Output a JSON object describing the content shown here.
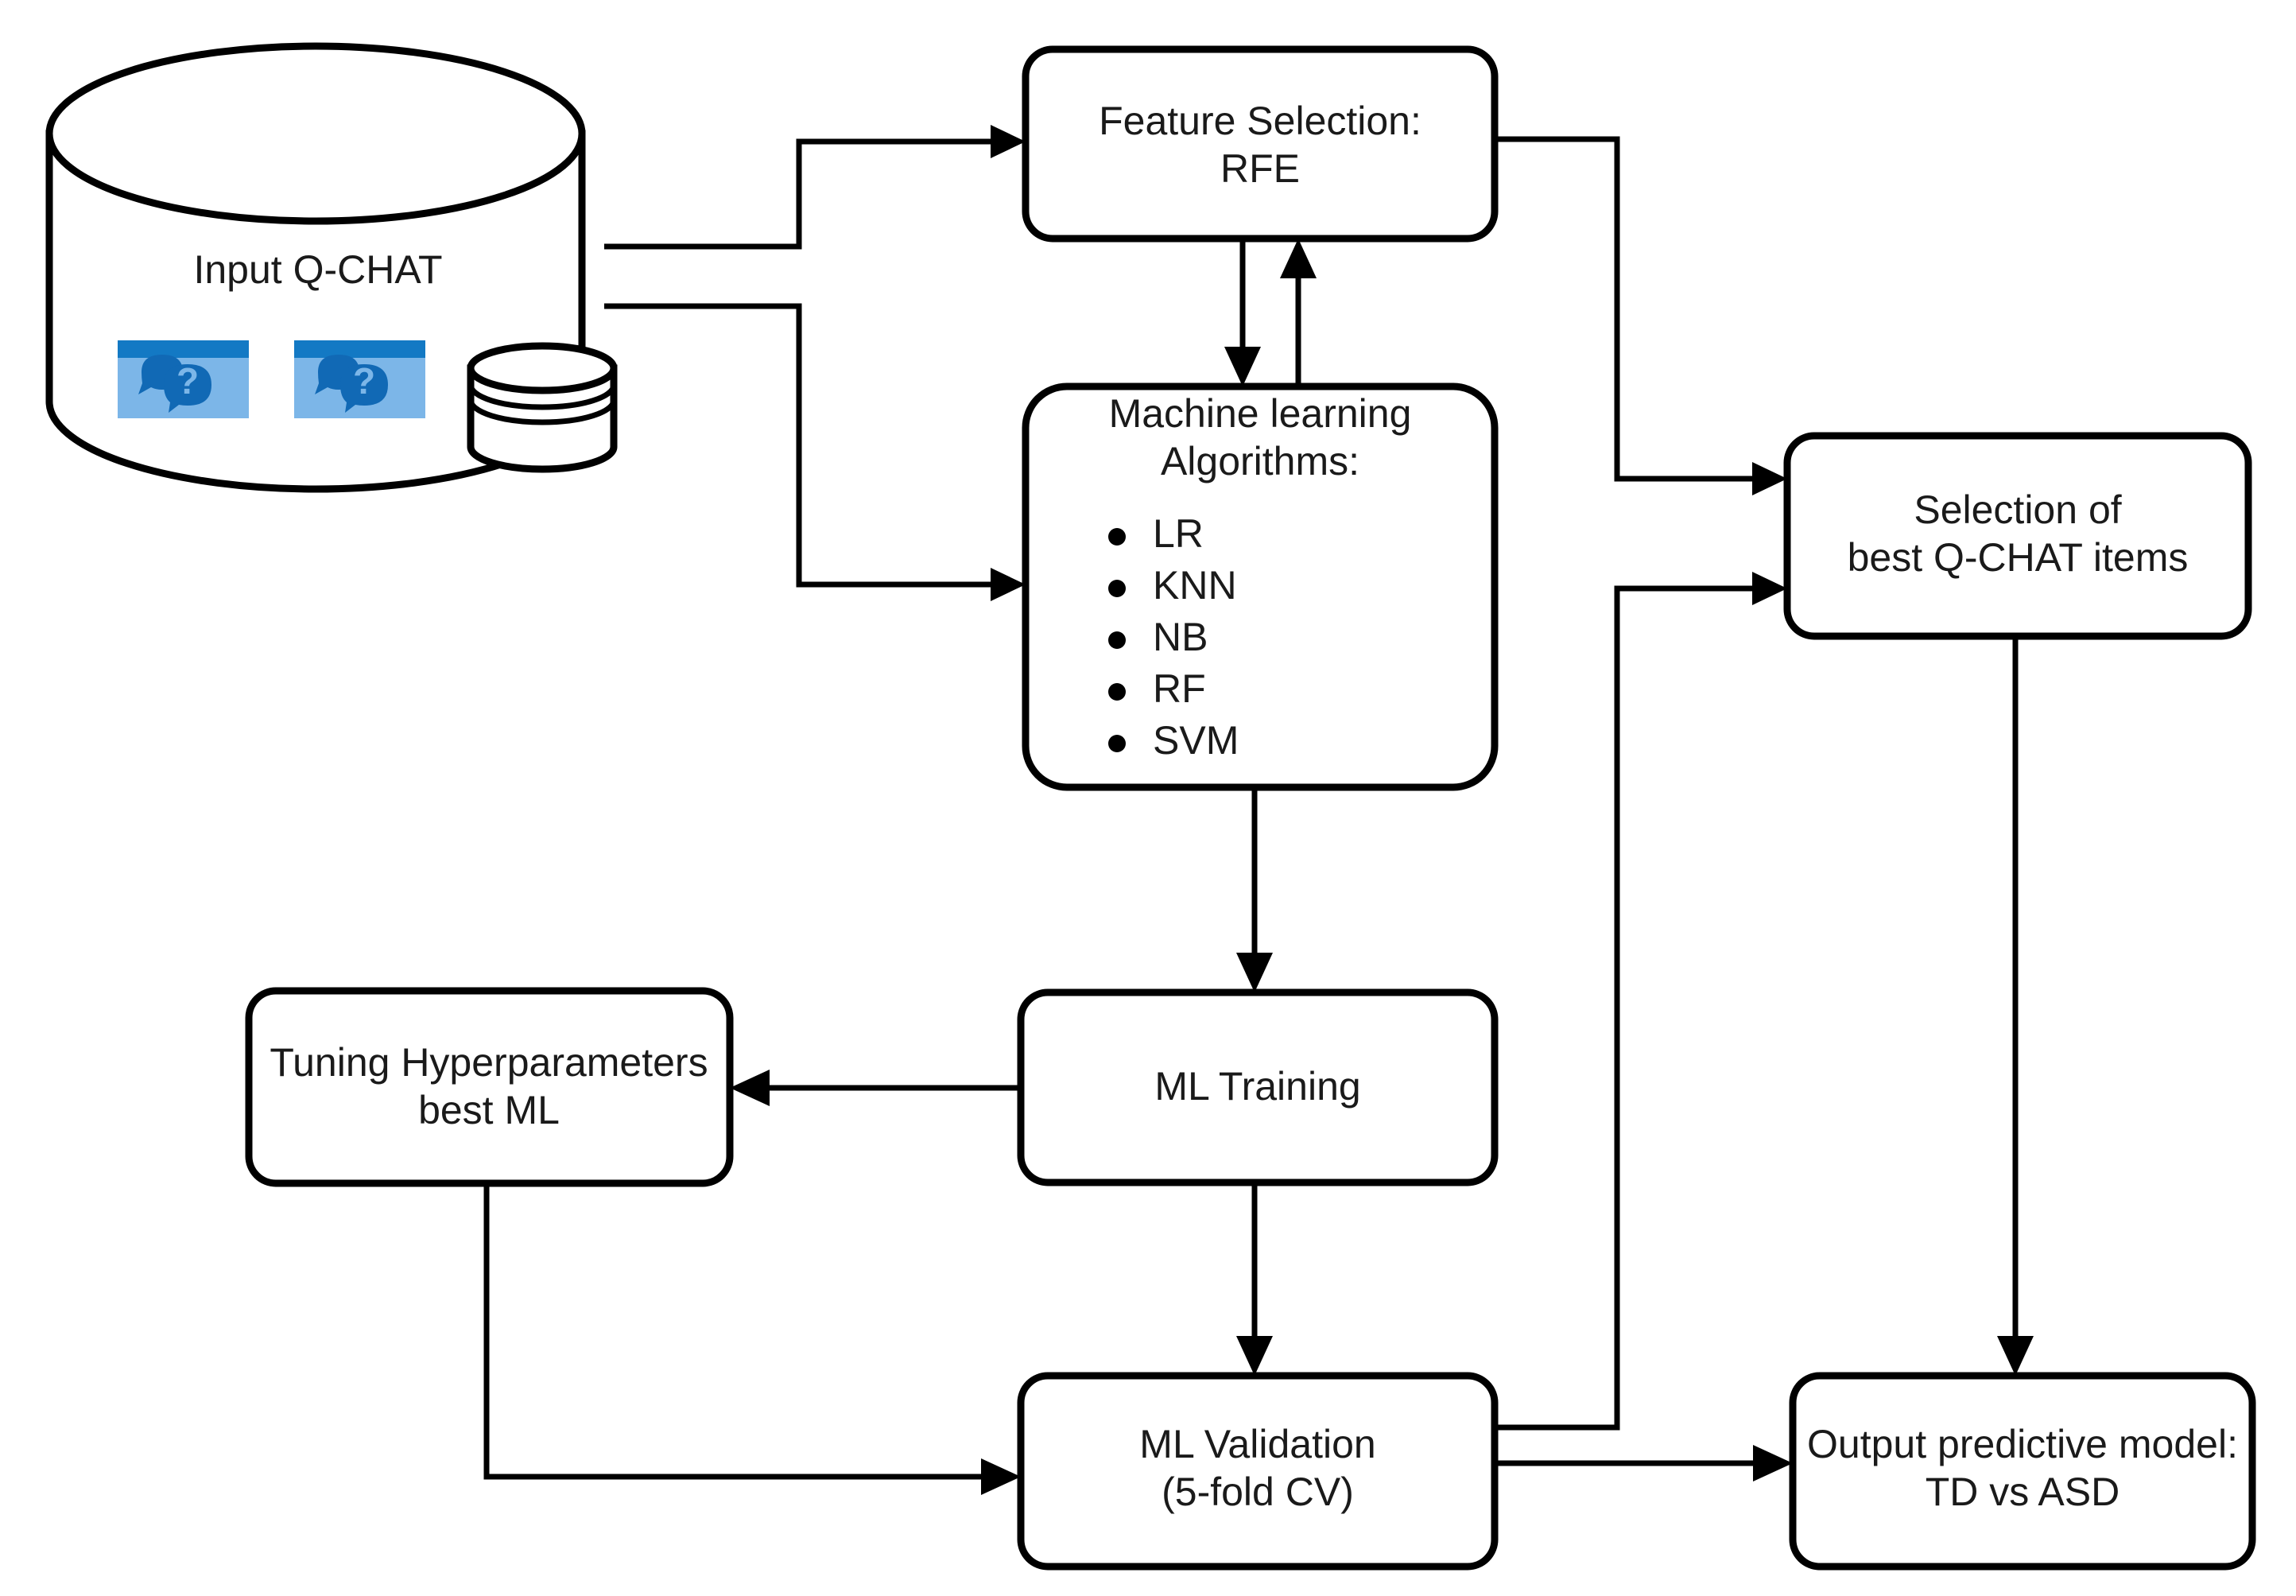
{
  "diagram": {
    "title": "ML pipeline for Q-CHAT based ASD screening",
    "colors": {
      "stroke": "#000000",
      "background": "#ffffff",
      "text": "#1a1a1a",
      "icon_light_blue": "#7cb6e8",
      "icon_dark_blue": "#1379c4",
      "icon_bubble_blue": "#1169b5"
    },
    "nodes": {
      "datastore": {
        "label": "Input Q-CHAT",
        "shape": "cylinder",
        "icons": [
          {
            "name": "qchat-questionnaire-icon-1",
            "glyph": "?"
          },
          {
            "name": "qchat-questionnaire-icon-2",
            "glyph": "?"
          }
        ]
      },
      "feature_selection": {
        "line1": "Feature Selection:",
        "line2": "RFE"
      },
      "ml_algorithms": {
        "line1": "Machine learning",
        "line2": "Algorithms:",
        "items": [
          "LR",
          "KNN",
          "NB",
          "RF",
          "SVM"
        ]
      },
      "selection_best_items": {
        "line1": "Selection of",
        "line2": "best Q-CHAT items"
      },
      "ml_training": {
        "line1": "ML Training"
      },
      "tuning": {
        "line1": "Tuning Hyperparameters",
        "line2": "best ML"
      },
      "ml_validation": {
        "line1": "ML Validation",
        "line2": "(5-fold CV)"
      },
      "output_model": {
        "line1": "Output predictive model:",
        "line2": "TD vs ASD"
      }
    },
    "edges": [
      {
        "name": "datastore-to-feature-selection",
        "from": "Input Q-CHAT",
        "to": "Feature Selection: RFE"
      },
      {
        "name": "datastore-to-ml-algorithms",
        "from": "Input Q-CHAT",
        "to": "Machine learning Algorithms:"
      },
      {
        "name": "feature-selection-to-ml-algorithms",
        "from": "Feature Selection: RFE",
        "to": "Machine learning Algorithms:"
      },
      {
        "name": "ml-algorithms-to-feature-selection",
        "from": "Machine learning Algorithms:",
        "to": "Feature Selection: RFE"
      },
      {
        "name": "feature-selection-to-selection-best-items",
        "from": "Feature Selection: RFE",
        "to": "Selection of best Q-CHAT items"
      },
      {
        "name": "ml-algorithms-to-ml-training",
        "from": "Machine learning Algorithms:",
        "to": "ML Training"
      },
      {
        "name": "ml-training-to-tuning",
        "from": "ML Training",
        "to": "Tuning Hyperparameters best ML"
      },
      {
        "name": "ml-training-to-ml-validation",
        "from": "ML Training",
        "to": "ML Validation (5-fold CV)"
      },
      {
        "name": "tuning-to-ml-validation",
        "from": "Tuning Hyperparameters best ML",
        "to": "ML Validation (5-fold CV)"
      },
      {
        "name": "ml-validation-to-selection-best-items",
        "from": "ML Validation (5-fold CV)",
        "to": "Selection of best Q-CHAT items"
      },
      {
        "name": "ml-validation-to-output-model",
        "from": "ML Validation (5-fold CV)",
        "to": "Output predictive model: TD vs ASD"
      },
      {
        "name": "selection-best-items-to-output-model",
        "from": "Selection of best Q-CHAT items",
        "to": "Output predictive model: TD vs ASD"
      }
    ]
  }
}
